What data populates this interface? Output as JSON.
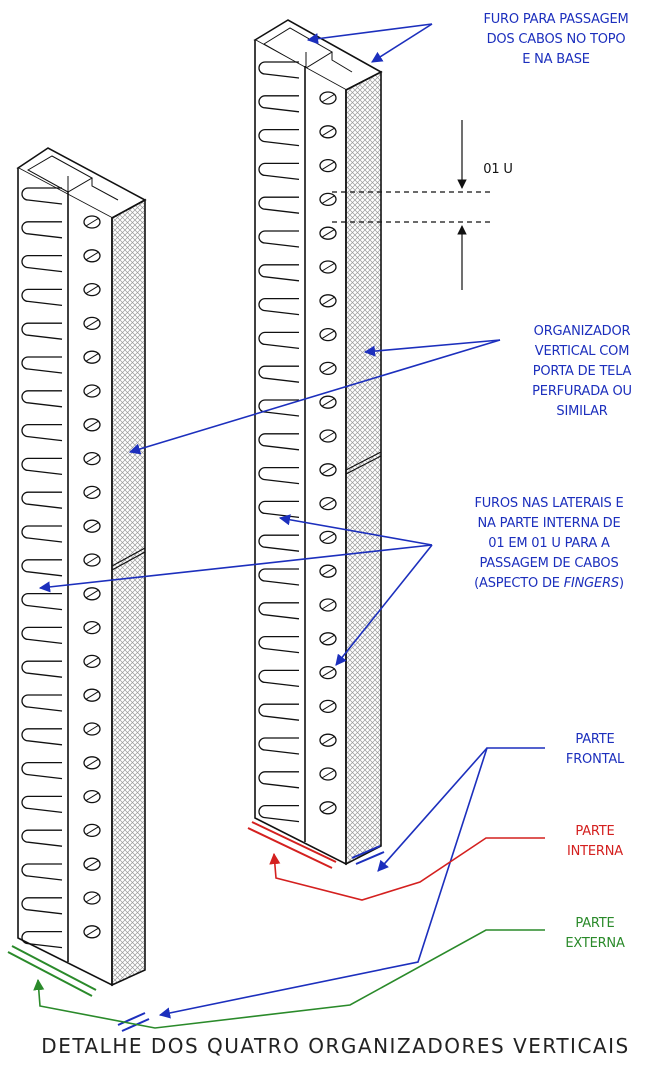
{
  "labels": {
    "furo": [
      "FURO PARA PASSAGEM",
      "DOS CABOS NO TOPO",
      "E NA BASE"
    ],
    "u": "01 U",
    "organizador": [
      "ORGANIZADOR",
      "VERTICAL COM",
      "PORTA DE TELA",
      "PERFURADA OU",
      "SIMILAR"
    ],
    "furos": [
      "FUROS NAS LATERAIS E",
      "NA PARTE INTERNA DE",
      "01 EM 01 U PARA A",
      "PASSAGEM DE CABOS"
    ],
    "furos_last_prefix": "(ASPECTO DE ",
    "furos_last_italic": "FINGERS",
    "furos_last_suffix": ")",
    "frontal": [
      "PARTE",
      "FRONTAL"
    ],
    "interna": [
      "PARTE",
      "INTERNA"
    ],
    "externa": [
      "PARTE",
      "EXTERNA"
    ]
  },
  "caption": "DETALHE DOS QUATRO ORGANIZADORES VERTICAIS",
  "colors": {
    "annotation_blue": "#1c2fbd",
    "interna_red": "#d4201f",
    "externa_green": "#2a8a2a",
    "outline": "#111111",
    "mesh": "#9a9a9a"
  },
  "icons": [
    "arrow-icon"
  ]
}
